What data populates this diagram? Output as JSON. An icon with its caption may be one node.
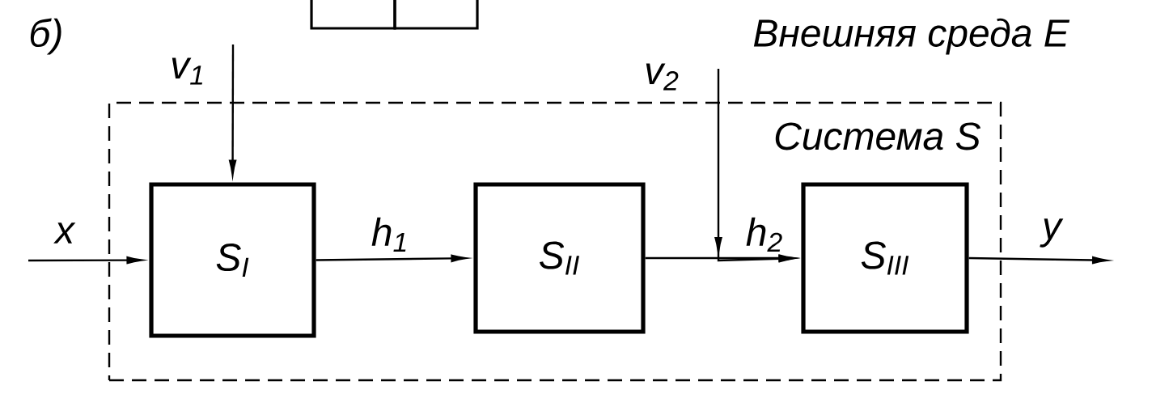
{
  "diagram": {
    "nodes": [
      {
        "text": [
          "Система S"
        ]
      },
      {
        "text": [
          "S$_{I}$"
        ],
        "in": 0
      },
      {
        "text": [
          "S$_{II}$"
        ],
        "in": 0
      },
      {
        "text": [
          "S$_{III}$"
        ],
        "in": 0
      },
      {
        "text": [],
        "shape": "box"
      },
      {
        "text": [],
        "shape": "box"
      }
    ],
    "edges": [
      {
        "from": null,
        "to": 1,
        "arrow": "to",
        "label": "x"
      },
      {
        "from": 1,
        "to": 2,
        "arrow": "to",
        "label": "h$_{1}$"
      },
      {
        "from": 2,
        "to": 3,
        "arrow": "to",
        "label": "h$_{2}$"
      },
      {
        "from": 3,
        "to": null,
        "arrow": "to",
        "label": "y"
      },
      {
        "from": null,
        "to": 1,
        "arrow": "to",
        "label": "v$_{1}$"
      },
      {
        "from": null,
        "to": 3,
        "arrow": "to",
        "label": "v$_{2}$"
      }
    ],
    "labels": [
      "б)",
      "Внешняя среда E"
    ]
  }
}
